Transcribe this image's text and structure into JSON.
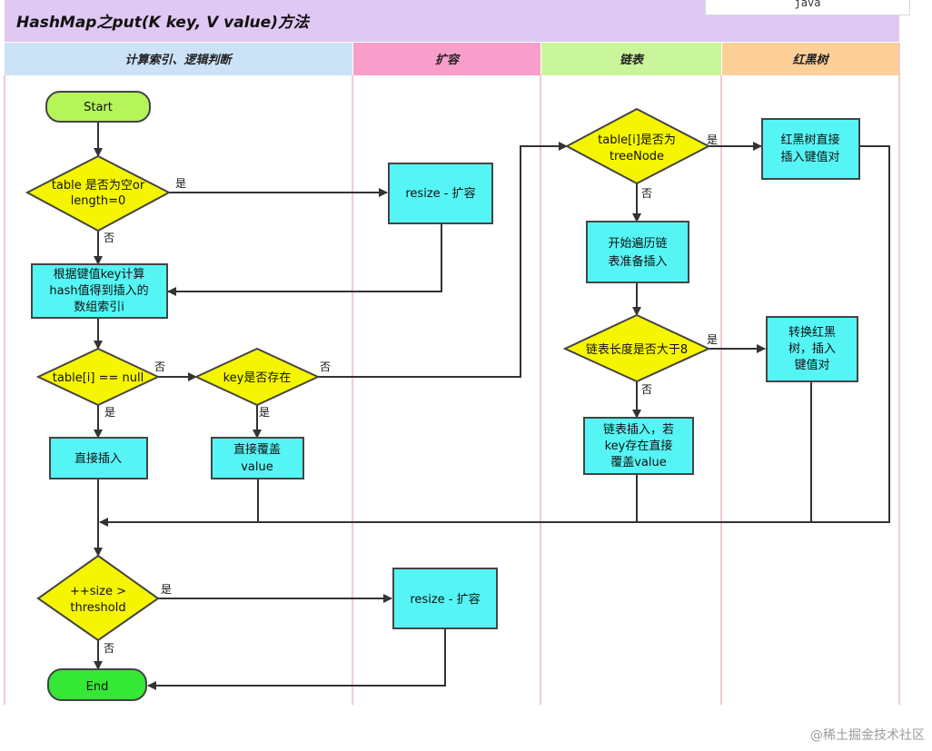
{
  "title": "HashMap之put(K key, V value)方法",
  "code_tab_label": "java",
  "watermark": "@稀土掘金技术社区",
  "lanes": [
    {
      "label": "计算索引、逻辑判断",
      "color": "#cce3f7"
    },
    {
      "label": "扩容",
      "color": "#f99ecb"
    },
    {
      "label": "链表",
      "color": "#c9f59b"
    },
    {
      "label": "红黑树",
      "color": "#fdcf99"
    }
  ],
  "colors": {
    "title_bar": "#e0c8f4",
    "terminal": "#b5f55a",
    "terminal_end": "#35e835",
    "decision": "#f5f500",
    "process": "#56f5f5",
    "lane_border": "#f6c9c9"
  },
  "nodes": {
    "start": "Start",
    "check_empty": [
      "table 是否为空or",
      "length=0"
    ],
    "resize1": "resize - 扩容",
    "calc_index": [
      "根据键值key计算",
      "hash值得到插入的",
      "数组索引i"
    ],
    "is_null": "table[i] == null",
    "key_exists": "key是否存在",
    "insert_direct": "直接插入",
    "overwrite": [
      "直接覆盖",
      "value"
    ],
    "tree_node": [
      "table[i]是否为",
      "treeNode"
    ],
    "rb_insert": [
      "红黑树直接",
      "插入键值对"
    ],
    "traverse": [
      "开始遍历链",
      "表准备插入"
    ],
    "len_gt8": "链表长度是否大于8",
    "to_rbtree": [
      "转换红黑",
      "树，插入",
      "键值对"
    ],
    "list_insert": [
      "链表插入，若",
      "key存在直接",
      "覆盖value"
    ],
    "size_check": [
      "++size >",
      "threshold"
    ],
    "resize2": "resize - 扩容",
    "end": "End"
  },
  "edge_labels": {
    "empty_yes": "是",
    "empty_no": "否",
    "null_no": "否",
    "null_yes": "是",
    "key_yes": "是",
    "key_no": "否",
    "tree_yes": "是",
    "tree_no": "否",
    "len_yes": "是",
    "len_no": "否",
    "size_yes": "是",
    "size_no": "否"
  }
}
